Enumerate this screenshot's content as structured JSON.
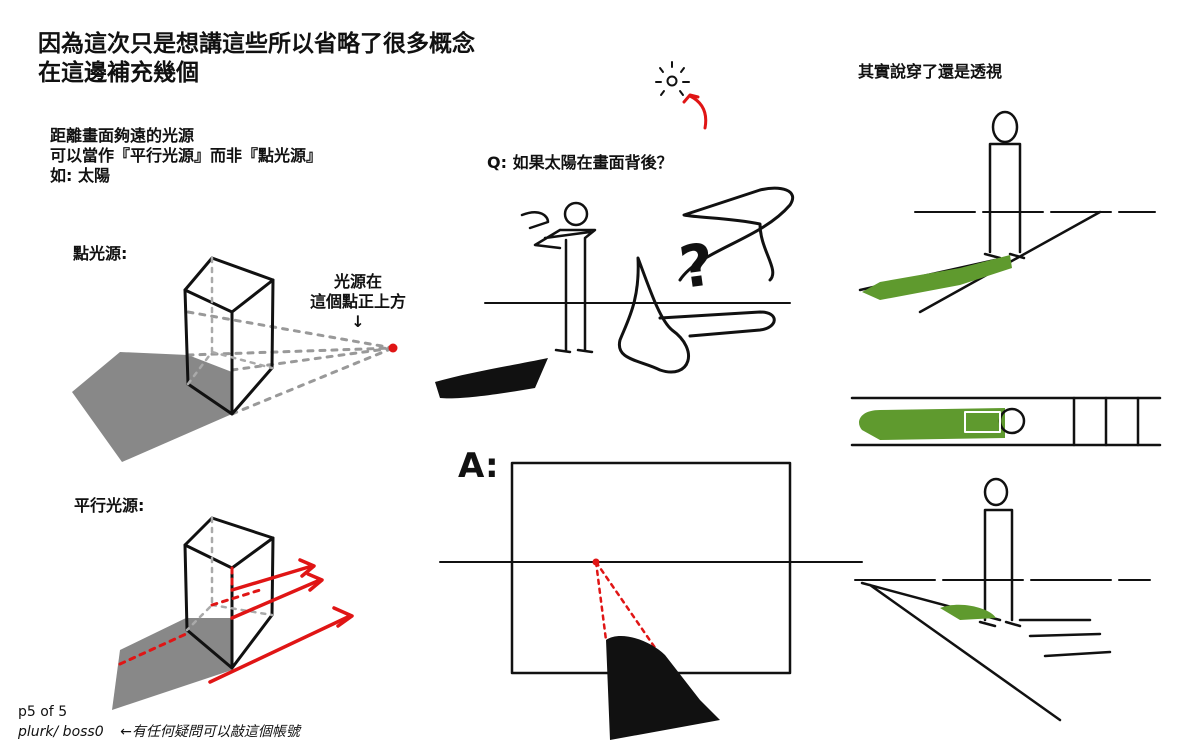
{
  "heading": {
    "line1": "因為這次只是想講這些所以省略了很多概念",
    "line2": "在這邊補充幾個"
  },
  "intro": {
    "line1": "距離畫面夠遠的光源",
    "line2": "可以當作『平行光源』而非『點光源』",
    "line3": "如: 太陽"
  },
  "point_light": {
    "label": "點光源:",
    "note_line1": "光源在",
    "note_line2": "這個點正上方",
    "arrow": "↓"
  },
  "parallel_light": {
    "label": "平行光源:"
  },
  "question": {
    "text": "Q: 如果太陽在畫面背後？",
    "mark": "?"
  },
  "answer": {
    "label": "A:"
  },
  "perspective": {
    "title": "其實說穿了還是透視"
  },
  "footer": {
    "page": "p5 of 5",
    "handle": "plurk/ boss0",
    "note": "←有任何疑問可以敲這個帳號"
  },
  "colors": {
    "ink": "#111111",
    "shadow_gray": "#888888",
    "light_red": "#e01515",
    "shadow_green": "#5f9a2e"
  }
}
